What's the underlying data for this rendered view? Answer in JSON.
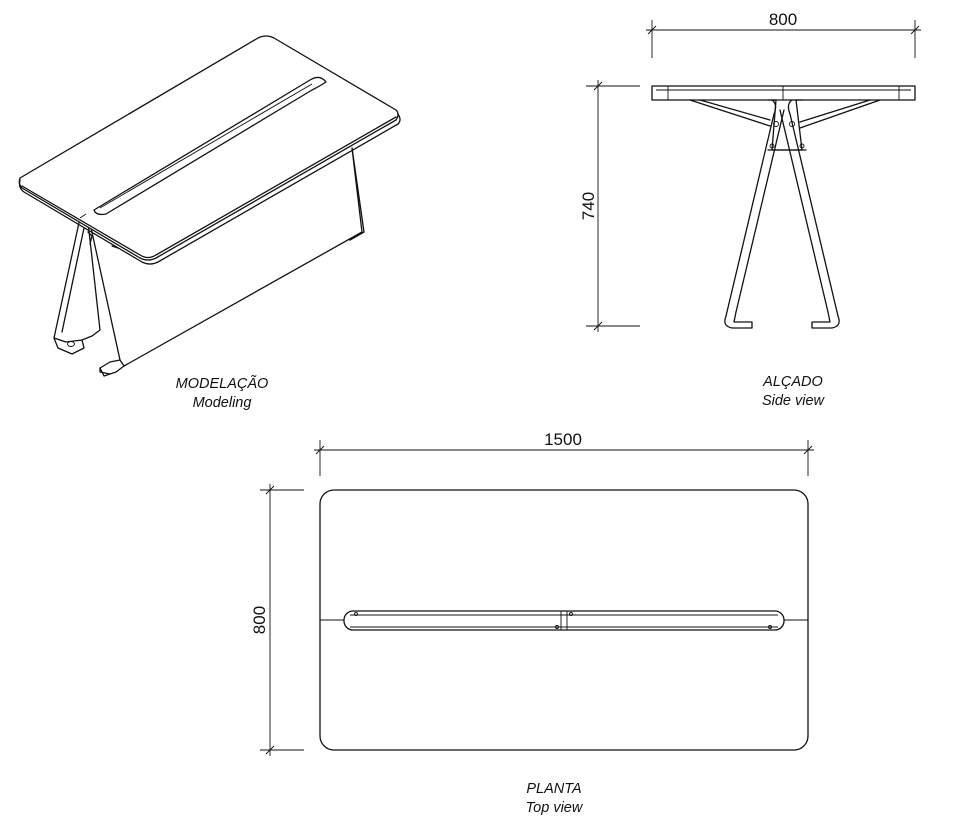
{
  "views": {
    "modeling": {
      "title": "MODELAÇÃO",
      "subtitle": "Modeling"
    },
    "side": {
      "title": "ALÇADO",
      "subtitle": "Side view"
    },
    "top": {
      "title": "PLANTA",
      "subtitle": "Top view"
    }
  },
  "dimensions": {
    "side_width": "800",
    "side_height": "740",
    "top_length": "1500",
    "top_width": "800"
  },
  "colors": {
    "line": "#111111",
    "background": "#ffffff"
  }
}
